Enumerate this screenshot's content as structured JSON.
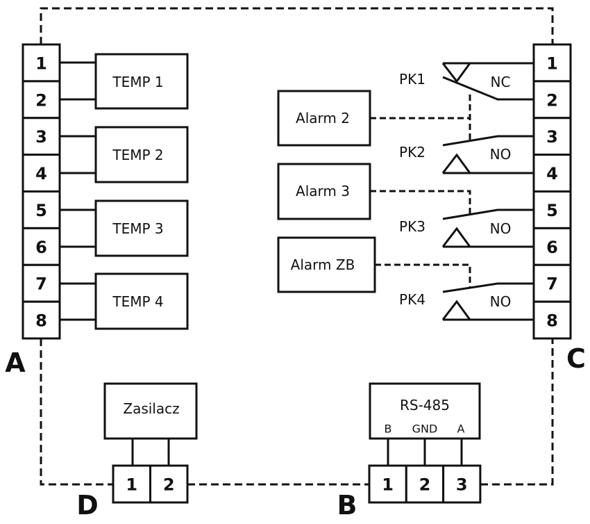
{
  "blocks": {
    "A": {
      "label": "A",
      "terminals": [
        "1",
        "2",
        "3",
        "4",
        "5",
        "6",
        "7",
        "8"
      ]
    },
    "C": {
      "label": "C",
      "terminals": [
        "1",
        "2",
        "3",
        "4",
        "5",
        "6",
        "7",
        "8"
      ]
    },
    "D": {
      "label": "D",
      "terminals": [
        "1",
        "2"
      ]
    },
    "B": {
      "label": "B",
      "terminals": [
        "1",
        "2",
        "3"
      ]
    }
  },
  "sensors": [
    {
      "label": "TEMP 1",
      "terminals": [
        "A1",
        "A2"
      ]
    },
    {
      "label": "TEMP 2",
      "terminals": [
        "A3",
        "A4"
      ]
    },
    {
      "label": "TEMP 3",
      "terminals": [
        "A5",
        "A6"
      ]
    },
    {
      "label": "TEMP 4",
      "terminals": [
        "A7",
        "A8"
      ]
    }
  ],
  "alarms": [
    {
      "label": "Alarm 2",
      "controls": [
        "PK1",
        "PK2"
      ]
    },
    {
      "label": "Alarm 3",
      "controls": [
        "PK3"
      ]
    },
    {
      "label": "Alarm ZB",
      "controls": [
        "PK4"
      ]
    }
  ],
  "relays": [
    {
      "name": "PK1",
      "type": "NC",
      "terminals": [
        "C1",
        "C2"
      ]
    },
    {
      "name": "PK2",
      "type": "NO",
      "terminals": [
        "C3",
        "C4"
      ]
    },
    {
      "name": "PK3",
      "type": "NO",
      "terminals": [
        "C5",
        "C6"
      ]
    },
    {
      "name": "PK4",
      "type": "NO",
      "terminals": [
        "C7",
        "C8"
      ]
    }
  ],
  "power_supply": {
    "label": "Zasilacz",
    "terminals": [
      "D1",
      "D2"
    ]
  },
  "rs485": {
    "label": "RS-485",
    "pins": [
      {
        "label": "B",
        "terminal": "B1"
      },
      {
        "label": "GND",
        "terminal": "B2"
      },
      {
        "label": "A",
        "terminal": "B3"
      }
    ]
  }
}
